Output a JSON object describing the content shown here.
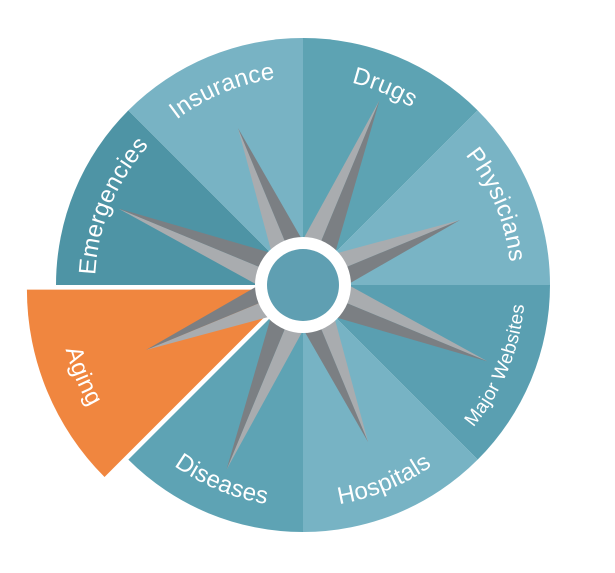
{
  "segments": [
    {
      "key": "drugs",
      "label": "Drugs",
      "color": "#5da3b3",
      "active": false
    },
    {
      "key": "physicians",
      "label": "Physicians",
      "color": "#79b4c5",
      "active": false
    },
    {
      "key": "major",
      "label": "Major Websites",
      "color": "#5a9fb1",
      "active": false
    },
    {
      "key": "hospitals",
      "label": "Hospitals",
      "color": "#77b3c4",
      "active": false
    },
    {
      "key": "diseases",
      "label": "Diseases",
      "color": "#5ea3b4",
      "active": false
    },
    {
      "key": "aging",
      "label": "Aging",
      "color": "#f0863f",
      "active": true
    },
    {
      "key": "emergencies",
      "label": "Emergencies",
      "color": "#4e94a5",
      "active": false
    },
    {
      "key": "insurance",
      "label": "Insurance",
      "color": "#78b3c4",
      "active": false
    }
  ],
  "colors": {
    "compass_light": "#a9acaf",
    "compass_dark": "#7b7f83",
    "hub_ring": "#ffffff",
    "hub_center": "#5f9fb2"
  }
}
